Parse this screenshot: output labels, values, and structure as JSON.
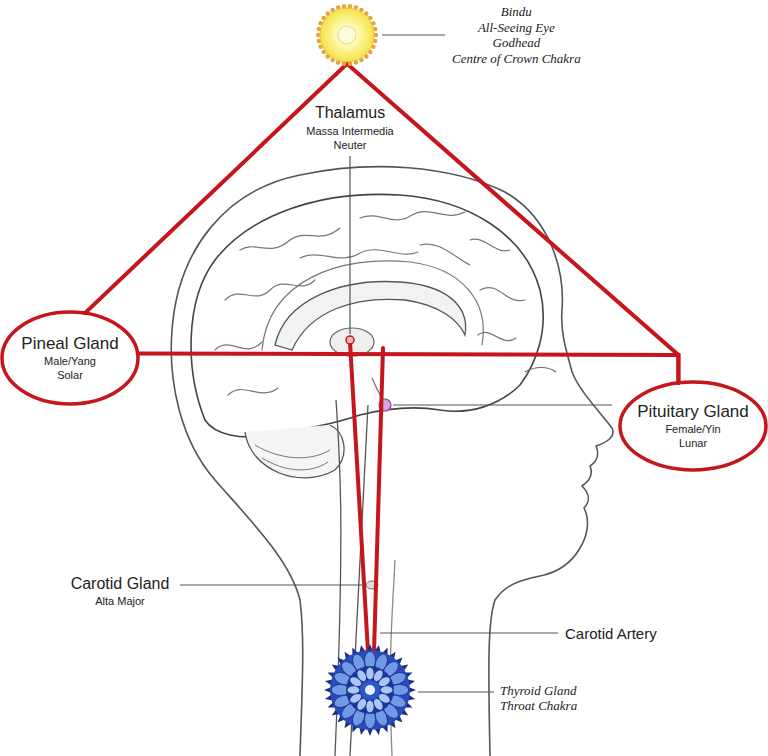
{
  "diagram": {
    "nodes": [
      {
        "text": [
          "Bindu",
          "All-Seeing Eye",
          "Godhead",
          "Centre of Crown Chakra"
        ]
      },
      {
        "text": [
          "Pineal Gland",
          "Male/Yang",
          "Solar"
        ]
      },
      {
        "text": [
          "Pituitary Gland",
          "Female/Yin",
          "Lunar"
        ]
      },
      {
        "text": [
          "Thyroid Gland",
          "Throat Chakra"
        ]
      }
    ],
    "edges": [
      {
        "from": 0,
        "to": 1,
        "arrow": "none"
      },
      {
        "from": 0,
        "to": 2,
        "arrow": "none"
      },
      {
        "from": 1,
        "to": 2,
        "arrow": "none"
      }
    ],
    "labels": [
      "Thalamus",
      "Massa Intermedia",
      "Neuter",
      "Carotid Gland",
      "Alta Major",
      "Carotid Artery"
    ]
  }
}
